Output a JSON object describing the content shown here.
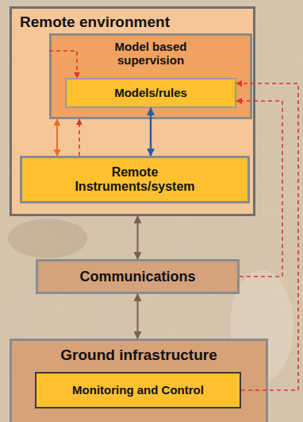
{
  "diagram": {
    "nodes": [
      {
        "text": [
          "Remote environment"
        ]
      },
      {
        "text": [
          "Model based supervision"
        ],
        "in": 0
      },
      {
        "text": [
          "Models/rules"
        ],
        "in": 1
      },
      {
        "text": [
          "Remote Instruments/system"
        ],
        "in": 0
      },
      {
        "text": [
          "Communications"
        ]
      },
      {
        "text": [
          "Ground infrastructure"
        ]
      },
      {
        "text": [
          "Monitoring and Control"
        ],
        "in": 5
      }
    ],
    "edges": [
      {
        "from": 1,
        "to": 2,
        "arrow": "to"
      },
      {
        "from": 3,
        "to": 1,
        "arrow": "both"
      },
      {
        "from": 3,
        "to": 1,
        "arrow": "to"
      },
      {
        "from": 3,
        "to": 2,
        "arrow": "both"
      },
      {
        "from": 0,
        "to": 4,
        "arrow": "both"
      },
      {
        "from": 4,
        "to": 5,
        "arrow": "both"
      },
      {
        "from": 4,
        "to": 2,
        "arrow": "to"
      },
      {
        "from": 6,
        "to": 2,
        "arrow": "to"
      }
    ]
  }
}
